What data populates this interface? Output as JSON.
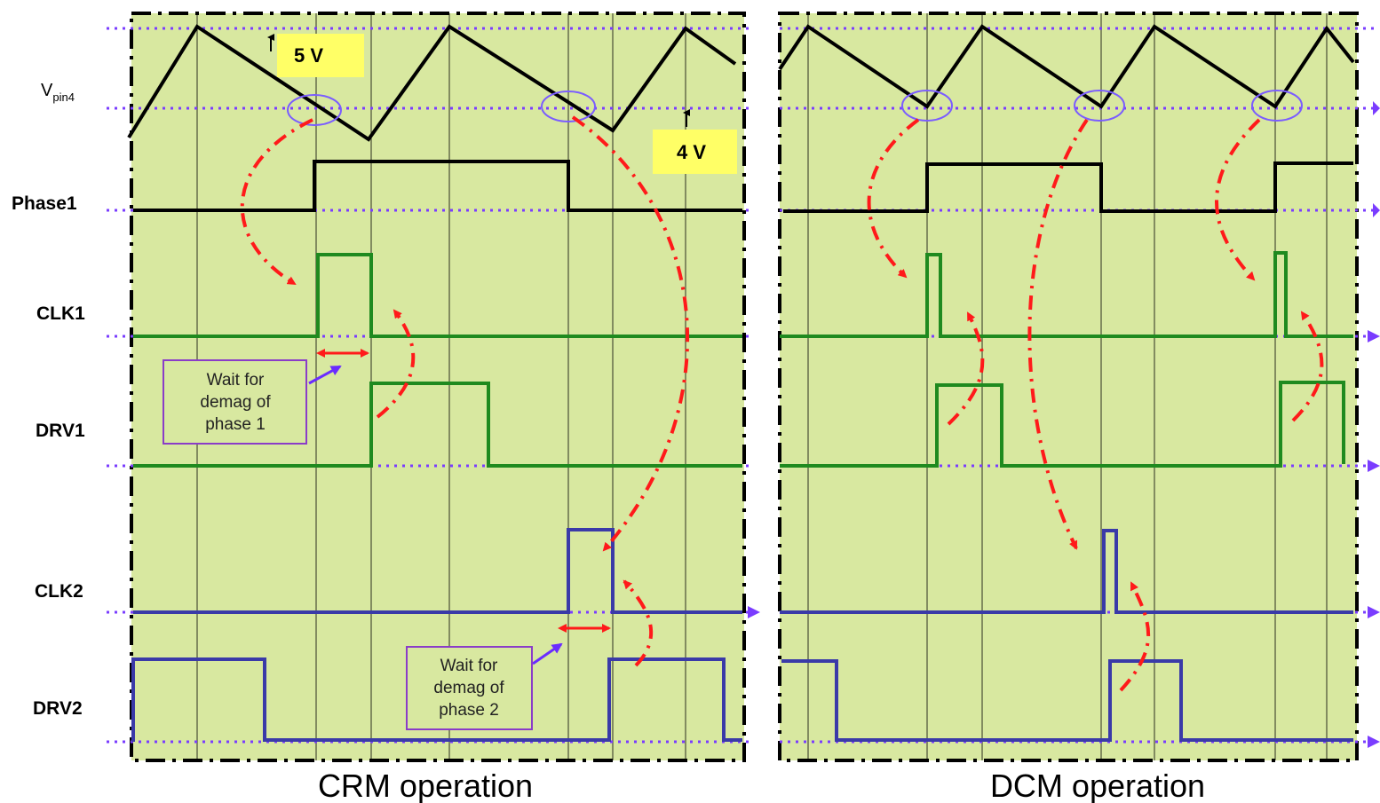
{
  "signals": {
    "vpin": {
      "main": "V",
      "sub": "pin4"
    },
    "phase1": "Phase1",
    "clk1": "CLK1",
    "drv1": "DRV1",
    "clk2": "CLK2",
    "drv2": "DRV2"
  },
  "thresholds": {
    "high": "5 V",
    "low": "4 V"
  },
  "notes": {
    "phase1": [
      "Wait for",
      "demag of",
      "phase 1"
    ],
    "phase2": [
      "Wait for",
      "demag of",
      "phase 2"
    ]
  },
  "panels": {
    "crm": "CRM operation",
    "dcm": "DCM operation"
  },
  "colors": {
    "background": "#d8e8a0",
    "grid": "#000000",
    "threshold_line": "#7a3cff",
    "phase_trace": "#000000",
    "phase1_traces": "#1f8a1f",
    "phase2_traces": "#3a3aa8",
    "causality_arrow": "#ff1a1a",
    "label_box": "#ffff66",
    "note_border": "#8a3cc8"
  }
}
